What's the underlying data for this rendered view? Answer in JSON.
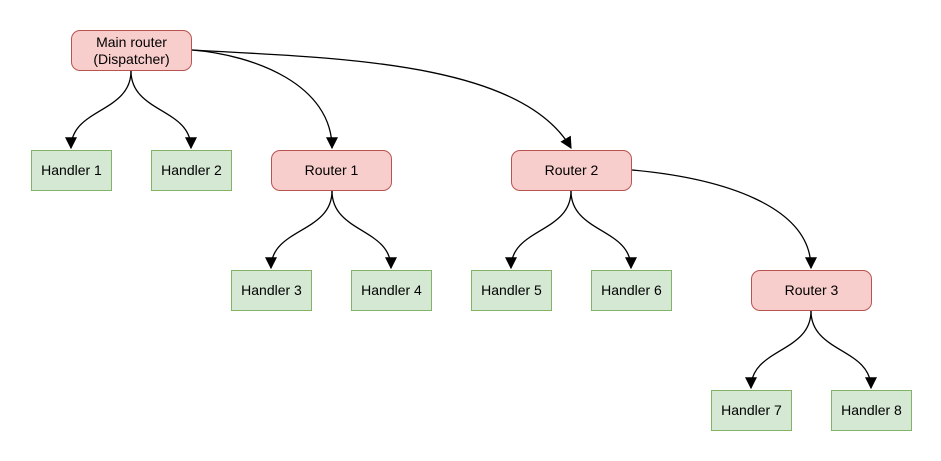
{
  "diagram": {
    "colors": {
      "router_fill": "#f8cecc",
      "router_border": "#b85450",
      "handler_fill": "#d5e8d4",
      "handler_border": "#82b366",
      "edge": "#000000",
      "background": "#ffffff"
    },
    "nodes": [
      {
        "id": "main-router",
        "label": "Main router\n(Dispatcher)",
        "kind": "router"
      },
      {
        "id": "handler-1",
        "label": "Handler 1",
        "kind": "handler"
      },
      {
        "id": "handler-2",
        "label": "Handler 2",
        "kind": "handler"
      },
      {
        "id": "router-1",
        "label": "Router 1",
        "kind": "router"
      },
      {
        "id": "router-2",
        "label": "Router 2",
        "kind": "router"
      },
      {
        "id": "handler-3",
        "label": "Handler 3",
        "kind": "handler"
      },
      {
        "id": "handler-4",
        "label": "Handler 4",
        "kind": "handler"
      },
      {
        "id": "handler-5",
        "label": "Handler 5",
        "kind": "handler"
      },
      {
        "id": "handler-6",
        "label": "Handler 6",
        "kind": "handler"
      },
      {
        "id": "router-3",
        "label": "Router 3",
        "kind": "router"
      },
      {
        "id": "handler-7",
        "label": "Handler 7",
        "kind": "handler"
      },
      {
        "id": "handler-8",
        "label": "Handler 8",
        "kind": "handler"
      }
    ],
    "edges": [
      {
        "from": "main-router",
        "to": "handler-1"
      },
      {
        "from": "main-router",
        "to": "handler-2"
      },
      {
        "from": "main-router",
        "to": "router-1"
      },
      {
        "from": "main-router",
        "to": "router-2"
      },
      {
        "from": "router-1",
        "to": "handler-3"
      },
      {
        "from": "router-1",
        "to": "handler-4"
      },
      {
        "from": "router-2",
        "to": "handler-5"
      },
      {
        "from": "router-2",
        "to": "handler-6"
      },
      {
        "from": "router-2",
        "to": "router-3"
      },
      {
        "from": "router-3",
        "to": "handler-7"
      },
      {
        "from": "router-3",
        "to": "handler-8"
      }
    ]
  }
}
